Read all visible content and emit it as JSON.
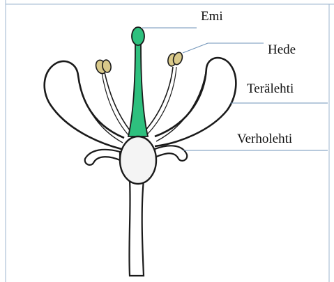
{
  "labels": {
    "pistil": "Emi",
    "stamen": "Hede",
    "petal": "Terälehti",
    "sepal": "Verholehti"
  },
  "colors": {
    "pistil": "#2ec07e",
    "outline": "#1a1a1a",
    "anther": "#d9c98a",
    "leader_line": "#6f93b8",
    "frame": "#9db6cf"
  }
}
